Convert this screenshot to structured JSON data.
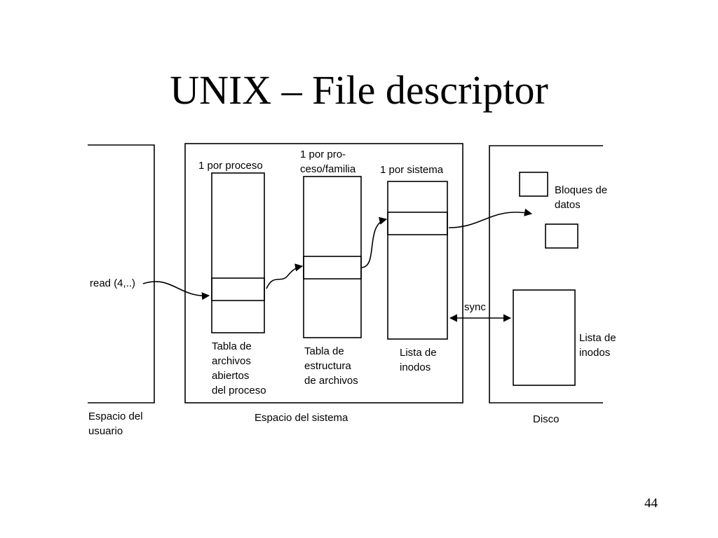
{
  "title": "UNIX – File descriptor",
  "page_number": "44",
  "diagram": {
    "user_space": {
      "call": "read (4,..)",
      "label": "Espacio del\nusuario"
    },
    "system_space": {
      "label": "Espacio del sistema",
      "process_table": {
        "heading": "1 por proceso",
        "caption": "Tabla de\narchivos\nabiertos\ndel proceso"
      },
      "file_structure_table": {
        "heading": "1 por pro-\nceso/familia",
        "caption": "Tabla de\nestructura\nde archivos"
      },
      "inode_list": {
        "heading": "1 por sistema",
        "caption": "Lista de\ninodos"
      }
    },
    "sync_label": "sync",
    "disk": {
      "label": "Disco",
      "data_blocks": "Bloques de\ndatos",
      "inode_list": "Lista de\ninodos"
    }
  }
}
